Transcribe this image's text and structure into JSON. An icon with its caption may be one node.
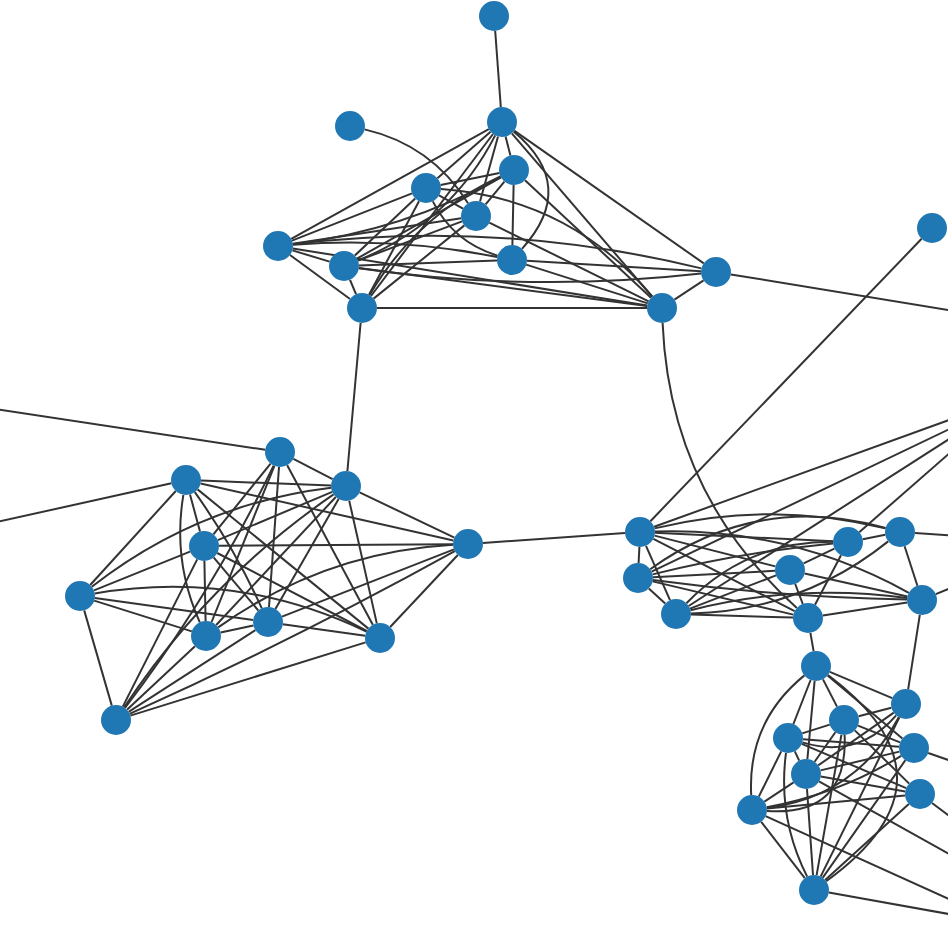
{
  "diagram": {
    "nodes": [
      {
        "text": [],
        "shape": "circle"
      },
      {
        "text": [],
        "shape": "circle"
      },
      {
        "text": [],
        "shape": "circle"
      },
      {
        "text": [],
        "shape": "circle"
      },
      {
        "text": [],
        "shape": "circle"
      },
      {
        "text": [],
        "shape": "circle"
      },
      {
        "text": [],
        "shape": "circle"
      },
      {
        "text": [],
        "shape": "circle"
      },
      {
        "text": [],
        "shape": "circle"
      },
      {
        "text": [],
        "shape": "circle"
      },
      {
        "text": [],
        "shape": "circle"
      },
      {
        "text": [],
        "shape": "circle"
      },
      {
        "text": [],
        "shape": "circle"
      },
      {
        "text": [],
        "shape": "circle"
      },
      {
        "text": [],
        "shape": "circle"
      },
      {
        "text": [],
        "shape": "circle"
      },
      {
        "text": [],
        "shape": "circle"
      },
      {
        "text": [],
        "shape": "circle"
      },
      {
        "text": [],
        "shape": "circle"
      },
      {
        "text": [],
        "shape": "circle"
      },
      {
        "text": [],
        "shape": "circle"
      },
      {
        "text": [],
        "shape": "circle"
      },
      {
        "text": [],
        "shape": "circle"
      },
      {
        "text": [],
        "shape": "circle"
      },
      {
        "text": [],
        "shape": "circle"
      },
      {
        "text": [],
        "shape": "circle"
      },
      {
        "text": [],
        "shape": "circle"
      },
      {
        "text": [],
        "shape": "circle"
      },
      {
        "text": [],
        "shape": "circle"
      },
      {
        "text": [],
        "shape": "circle"
      },
      {
        "text": [],
        "shape": "circle"
      },
      {
        "text": [],
        "shape": "circle"
      },
      {
        "text": [],
        "shape": "circle"
      },
      {
        "text": [],
        "shape": "circle"
      },
      {
        "text": [],
        "shape": "circle"
      },
      {
        "text": [],
        "shape": "circle"
      },
      {
        "text": [],
        "shape": "circle"
      },
      {
        "text": [],
        "shape": "circle"
      },
      {
        "text": [],
        "shape": "circle"
      },
      {
        "text": [],
        "shape": "circle"
      }
    ],
    "edges": [
      {
        "from": 0,
        "to": 1,
        "arrow": "none"
      },
      {
        "from": 1,
        "to": 3,
        "arrow": "none"
      },
      {
        "from": 1,
        "to": 4,
        "arrow": "none"
      },
      {
        "from": 1,
        "to": 5,
        "arrow": "none"
      },
      {
        "from": 1,
        "to": 6,
        "arrow": "none"
      },
      {
        "from": 1,
        "to": 7,
        "arrow": "none"
      },
      {
        "from": 1,
        "to": 8,
        "arrow": "none"
      },
      {
        "from": 1,
        "to": 9,
        "arrow": "none"
      },
      {
        "from": 1,
        "to": 10,
        "arrow": "none"
      },
      {
        "from": 1,
        "to": 11,
        "arrow": "none"
      },
      {
        "from": 2,
        "to": 5,
        "arrow": "none"
      },
      {
        "from": 5,
        "to": 10,
        "arrow": "none"
      },
      {
        "from": 6,
        "to": 3,
        "arrow": "none"
      },
      {
        "from": 6,
        "to": 4,
        "arrow": "none"
      },
      {
        "from": 6,
        "to": 5,
        "arrow": "none"
      },
      {
        "from": 6,
        "to": 8,
        "arrow": "none"
      },
      {
        "from": 6,
        "to": 10,
        "arrow": "none"
      },
      {
        "from": 6,
        "to": 11,
        "arrow": "none"
      },
      {
        "from": 6,
        "to": 7,
        "arrow": "none"
      },
      {
        "from": 6,
        "to": 9,
        "arrow": "none"
      },
      {
        "from": 7,
        "to": 3,
        "arrow": "none"
      },
      {
        "from": 7,
        "to": 4,
        "arrow": "none"
      },
      {
        "from": 7,
        "to": 5,
        "arrow": "none"
      },
      {
        "from": 7,
        "to": 8,
        "arrow": "none"
      },
      {
        "from": 7,
        "to": 10,
        "arrow": "none"
      },
      {
        "from": 7,
        "to": 11,
        "arrow": "none"
      },
      {
        "from": 7,
        "to": 9,
        "arrow": "none"
      },
      {
        "from": 9,
        "to": 3,
        "arrow": "none"
      },
      {
        "from": 9,
        "to": 4,
        "arrow": "none"
      },
      {
        "from": 9,
        "to": 5,
        "arrow": "none"
      },
      {
        "from": 9,
        "to": 10,
        "arrow": "none"
      },
      {
        "from": 3,
        "to": 4,
        "arrow": "none"
      },
      {
        "from": 3,
        "to": 5,
        "arrow": "none"
      },
      {
        "from": 3,
        "to": 8,
        "arrow": "none"
      },
      {
        "from": 3,
        "to": 10,
        "arrow": "none"
      },
      {
        "from": 4,
        "to": 8,
        "arrow": "none"
      },
      {
        "from": 4,
        "to": 5,
        "arrow": "none"
      },
      {
        "from": 4,
        "to": 10,
        "arrow": "none"
      },
      {
        "from": 8,
        "to": 10,
        "arrow": "none"
      },
      {
        "from": 8,
        "to": 11,
        "arrow": "none"
      },
      {
        "from": 10,
        "to": 11,
        "arrow": "none"
      },
      {
        "from": 11,
        "to": null,
        "arrow": "none"
      },
      {
        "from": 12,
        "to": 23,
        "arrow": "none"
      },
      {
        "from": 9,
        "to": 15,
        "arrow": "none"
      },
      {
        "from": 10,
        "to": 29,
        "arrow": "none"
      },
      {
        "from": null,
        "to": 13,
        "arrow": "none"
      },
      {
        "from": null,
        "to": 14,
        "arrow": "none"
      },
      {
        "from": 16,
        "to": 23,
        "arrow": "none"
      },
      {
        "from": 14,
        "to": 15,
        "arrow": "none"
      },
      {
        "from": 14,
        "to": 17,
        "arrow": "none"
      },
      {
        "from": 14,
        "to": 18,
        "arrow": "none"
      },
      {
        "from": 14,
        "to": 19,
        "arrow": "none"
      },
      {
        "from": 14,
        "to": 20,
        "arrow": "none"
      },
      {
        "from": 14,
        "to": 21,
        "arrow": "none"
      },
      {
        "from": 14,
        "to": 16,
        "arrow": "none"
      },
      {
        "from": 13,
        "to": 17,
        "arrow": "none"
      },
      {
        "from": 13,
        "to": 19,
        "arrow": "none"
      },
      {
        "from": 13,
        "to": 20,
        "arrow": "none"
      },
      {
        "from": 13,
        "to": 21,
        "arrow": "none"
      },
      {
        "from": 13,
        "to": 22,
        "arrow": "none"
      },
      {
        "from": 13,
        "to": 15,
        "arrow": "none"
      },
      {
        "from": 15,
        "to": 17,
        "arrow": "none"
      },
      {
        "from": 15,
        "to": 16,
        "arrow": "none"
      },
      {
        "from": 15,
        "to": 18,
        "arrow": "none"
      },
      {
        "from": 15,
        "to": 19,
        "arrow": "none"
      },
      {
        "from": 15,
        "to": 20,
        "arrow": "none"
      },
      {
        "from": 15,
        "to": 21,
        "arrow": "none"
      },
      {
        "from": 15,
        "to": 22,
        "arrow": "none"
      },
      {
        "from": 17,
        "to": 16,
        "arrow": "none"
      },
      {
        "from": 17,
        "to": 18,
        "arrow": "none"
      },
      {
        "from": 17,
        "to": 19,
        "arrow": "none"
      },
      {
        "from": 17,
        "to": 20,
        "arrow": "none"
      },
      {
        "from": 17,
        "to": 21,
        "arrow": "none"
      },
      {
        "from": 17,
        "to": 22,
        "arrow": "none"
      },
      {
        "from": 18,
        "to": 19,
        "arrow": "none"
      },
      {
        "from": 18,
        "to": 20,
        "arrow": "none"
      },
      {
        "from": 18,
        "to": 21,
        "arrow": "none"
      },
      {
        "from": 18,
        "to": 22,
        "arrow": "none"
      },
      {
        "from": 19,
        "to": 20,
        "arrow": "none"
      },
      {
        "from": 19,
        "to": 22,
        "arrow": "none"
      },
      {
        "from": 19,
        "to": 16,
        "arrow": "none"
      },
      {
        "from": 20,
        "to": 16,
        "arrow": "none"
      },
      {
        "from": 20,
        "to": 22,
        "arrow": "none"
      },
      {
        "from": 20,
        "to": 21,
        "arrow": "none"
      },
      {
        "from": 21,
        "to": 16,
        "arrow": "none"
      },
      {
        "from": 21,
        "to": 22,
        "arrow": "none"
      },
      {
        "from": 16,
        "to": 22,
        "arrow": "none"
      },
      {
        "from": 23,
        "to": 24,
        "arrow": "none"
      },
      {
        "from": 23,
        "to": 25,
        "arrow": "none"
      },
      {
        "from": 23,
        "to": 26,
        "arrow": "none"
      },
      {
        "from": 23,
        "to": 27,
        "arrow": "none"
      },
      {
        "from": 23,
        "to": 28,
        "arrow": "none"
      },
      {
        "from": 23,
        "to": 29,
        "arrow": "none"
      },
      {
        "from": 23,
        "to": 30,
        "arrow": "none"
      },
      {
        "from": 24,
        "to": 25,
        "arrow": "none"
      },
      {
        "from": 24,
        "to": 26,
        "arrow": "none"
      },
      {
        "from": 24,
        "to": 27,
        "arrow": "none"
      },
      {
        "from": 24,
        "to": 28,
        "arrow": "none"
      },
      {
        "from": 24,
        "to": 30,
        "arrow": "none"
      },
      {
        "from": 24,
        "to": 29,
        "arrow": "none"
      },
      {
        "from": 25,
        "to": 26,
        "arrow": "none"
      },
      {
        "from": 25,
        "to": 27,
        "arrow": "none"
      },
      {
        "from": 25,
        "to": 28,
        "arrow": "none"
      },
      {
        "from": 25,
        "to": 29,
        "arrow": "none"
      },
      {
        "from": 25,
        "to": 30,
        "arrow": "none"
      },
      {
        "from": 26,
        "to": 27,
        "arrow": "none"
      },
      {
        "from": 26,
        "to": 29,
        "arrow": "none"
      },
      {
        "from": 26,
        "to": 30,
        "arrow": "none"
      },
      {
        "from": 27,
        "to": 28,
        "arrow": "none"
      },
      {
        "from": 27,
        "to": 29,
        "arrow": "none"
      },
      {
        "from": 28,
        "to": 30,
        "arrow": "none"
      },
      {
        "from": 29,
        "to": 30,
        "arrow": "none"
      },
      {
        "from": 29,
        "to": 31,
        "arrow": "none"
      },
      {
        "from": 23,
        "to": null,
        "arrow": "none"
      },
      {
        "from": 24,
        "to": null,
        "arrow": "none"
      },
      {
        "from": 25,
        "to": null,
        "arrow": "none"
      },
      {
        "from": 27,
        "to": null,
        "arrow": "none"
      },
      {
        "from": 28,
        "to": null,
        "arrow": "none"
      },
      {
        "from": 30,
        "to": null,
        "arrow": "none"
      },
      {
        "from": 33,
        "to": 30,
        "arrow": "none"
      },
      {
        "from": 31,
        "to": 32,
        "arrow": "none"
      },
      {
        "from": 31,
        "to": 33,
        "arrow": "none"
      },
      {
        "from": 31,
        "to": 34,
        "arrow": "none"
      },
      {
        "from": 31,
        "to": 35,
        "arrow": "none"
      },
      {
        "from": 31,
        "to": 36,
        "arrow": "none"
      },
      {
        "from": 31,
        "to": 38,
        "arrow": "none"
      },
      {
        "from": 31,
        "to": 39,
        "arrow": "none"
      },
      {
        "from": 32,
        "to": 33,
        "arrow": "none"
      },
      {
        "from": 32,
        "to": 34,
        "arrow": "none"
      },
      {
        "from": 32,
        "to": 35,
        "arrow": "none"
      },
      {
        "from": 32,
        "to": 36,
        "arrow": "none"
      },
      {
        "from": 32,
        "to": 37,
        "arrow": "none"
      },
      {
        "from": 32,
        "to": 38,
        "arrow": "none"
      },
      {
        "from": 32,
        "to": 39,
        "arrow": "none"
      },
      {
        "from": 33,
        "to": 34,
        "arrow": "none"
      },
      {
        "from": 33,
        "to": 36,
        "arrow": "none"
      },
      {
        "from": 33,
        "to": 38,
        "arrow": "none"
      },
      {
        "from": 33,
        "to": 39,
        "arrow": "none"
      },
      {
        "from": 34,
        "to": 35,
        "arrow": "none"
      },
      {
        "from": 34,
        "to": 36,
        "arrow": "none"
      },
      {
        "from": 34,
        "to": 37,
        "arrow": "none"
      },
      {
        "from": 34,
        "to": 38,
        "arrow": "none"
      },
      {
        "from": 34,
        "to": 39,
        "arrow": "none"
      },
      {
        "from": 35,
        "to": 36,
        "arrow": "none"
      },
      {
        "from": 35,
        "to": 38,
        "arrow": "none"
      },
      {
        "from": 35,
        "to": 39,
        "arrow": "none"
      },
      {
        "from": 36,
        "to": 37,
        "arrow": "none"
      },
      {
        "from": 36,
        "to": 38,
        "arrow": "none"
      },
      {
        "from": 36,
        "to": 39,
        "arrow": "none"
      },
      {
        "from": 37,
        "to": 38,
        "arrow": "none"
      },
      {
        "from": 37,
        "to": 39,
        "arrow": "none"
      },
      {
        "from": 38,
        "to": 39,
        "arrow": "none"
      },
      {
        "from": 35,
        "to": null,
        "arrow": "none"
      },
      {
        "from": 36,
        "to": null,
        "arrow": "none"
      },
      {
        "from": 37,
        "to": null,
        "arrow": "none"
      },
      {
        "from": 38,
        "to": null,
        "arrow": "none"
      },
      {
        "from": 39,
        "to": null,
        "arrow": "none"
      }
    ]
  }
}
